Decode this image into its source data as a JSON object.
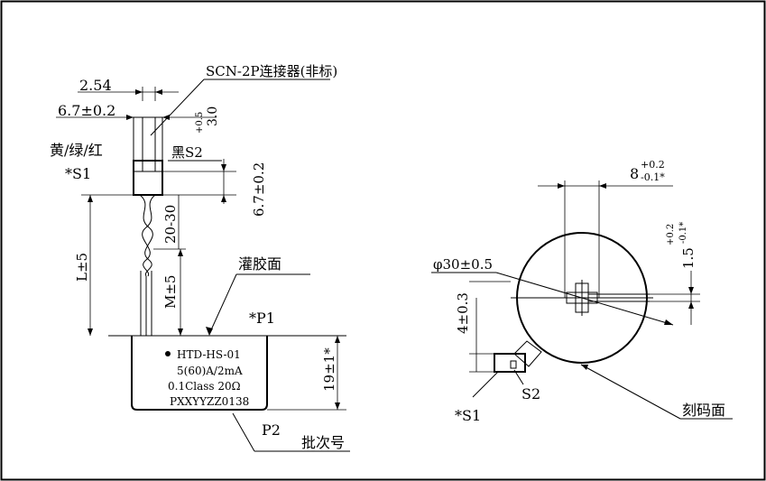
{
  "side_view": {
    "dim_pitch": "2.54",
    "dim_width": "6.7±0.2",
    "connector_label": "SCN-2P连接器(非标)",
    "dim_pin_len_top": "+0.5",
    "dim_pin_len_bottom": "3.0",
    "wire_colors": "黄/绿/红",
    "s1_mark": "*S1",
    "black_s2": "黑S2",
    "dim_connector_height": "6.7±0.2",
    "dim_twist": "20-30",
    "dim_L": "L±5",
    "dim_M": "M±5",
    "potting_face": "灌胶面",
    "p1_mark": "*P1",
    "body_line1": "HTD-HS-01",
    "body_line2": "5(60)A/2mA",
    "body_line3": "0.1Class 20Ω",
    "body_line4": "PXXYYZZ0138",
    "dim_body_height": "19±1*",
    "p2_mark": "P2",
    "batch_label": "批次号"
  },
  "front_view": {
    "dim_slot_main": "8",
    "dim_slot_tol_top": "+0.2",
    "dim_slot_tol_bottom": "-0.1*",
    "dim_diameter": "φ30±0.5",
    "dim_offset_main": "1.5",
    "dim_offset_tol_top": "+0.2",
    "dim_offset_tol_bottom": "-0.1*",
    "dim_4": "4±0.3",
    "s1_mark": "*S1",
    "s2_mark": "S2",
    "engrave_face": "刻码面"
  }
}
